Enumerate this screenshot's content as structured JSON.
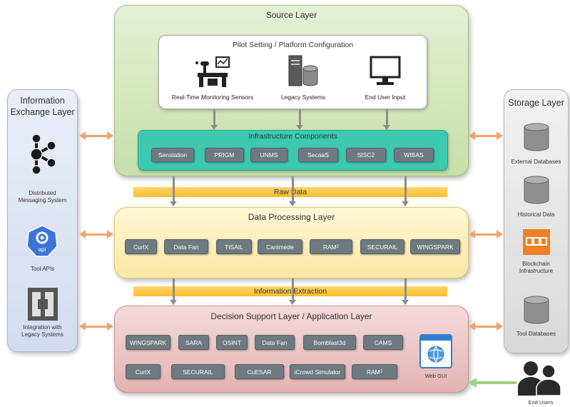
{
  "source_layer": {
    "title": "Source Layer",
    "pilot": {
      "title": "Pilot Setting / Platform Configuration",
      "items": [
        "Real-Time Monitoring Sensors",
        "Legacy Systems",
        "End User Input"
      ]
    },
    "infrastructure": {
      "title": "Infrastructure Components",
      "items": [
        "Senstation",
        "PRIGM",
        "UNMS",
        "SecaaS",
        "SISC2",
        "WIBAS"
      ]
    }
  },
  "raw_data_label": "Raw Data",
  "processing_layer": {
    "title": "Data Processing Layer",
    "items": [
      "CurlX",
      "Data Fan",
      "TISAIL",
      "Canimede",
      "RAM",
      "SECURAIL",
      "WINGSPARK"
    ],
    "ram_superscript": "2"
  },
  "information_extraction_label": "Information Extraction",
  "decision_layer": {
    "title": "Decision Support Layer / Application Layer",
    "row1": [
      "WINGSPARK",
      "SARA",
      "OSINT",
      "Data Fan",
      "Bomblast3d",
      "CAMS"
    ],
    "row2": [
      "CurlX",
      "SECURAIL",
      "CuESAR",
      "iCrowd Simulator",
      "RAM"
    ],
    "ram_superscript": "2",
    "gui_label": "Web GUI"
  },
  "info_exchange": {
    "title_line1": "Information",
    "title_line2": "Exchange Layer",
    "items": [
      {
        "label_line1": "Distributed",
        "label_line2": "Messaging System"
      },
      {
        "label_line1": "Tool APIs",
        "label_line2": ""
      },
      {
        "label_line1": "Integration with",
        "label_line2": "Legacy Systems"
      }
    ],
    "api_icon_text": "api"
  },
  "storage": {
    "title": "Storage Layer",
    "items": [
      {
        "label_line1": "External Databases",
        "label_line2": ""
      },
      {
        "label_line1": "Historical Data",
        "label_line2": ""
      },
      {
        "label_line1": "Blockchain",
        "label_line2": "Infrastructure"
      },
      {
        "label_line1": "Tool Databases",
        "label_line2": ""
      }
    ]
  },
  "end_users_label": "End Users",
  "colors": {
    "source": "#c7dfa9",
    "infra": "#3dc9b0",
    "processing": "#fbe7a3",
    "decision": "#e3b3b3",
    "band": "#f7bf2e",
    "chip": "#6e7a80",
    "arrow_orange": "#f0a46a",
    "arrow_green": "#9fd18a"
  },
  "icons": [
    "sensor-icon",
    "server-database-icon",
    "monitor-icon",
    "kafka-icon",
    "api-icon",
    "legacy-integration-icon",
    "database-icon",
    "blockchain-icon",
    "users-icon",
    "globe-window-icon"
  ]
}
